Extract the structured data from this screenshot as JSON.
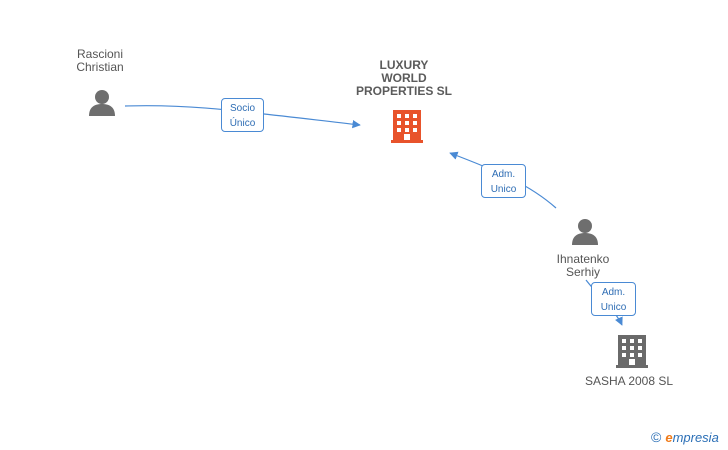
{
  "nodes": {
    "person_rascioni": {
      "line1": "Rascioni",
      "line2": "Christian",
      "icon": "person-icon"
    },
    "company_luxury": {
      "line1": "LUXURY",
      "line2": "WORLD",
      "line3": "PROPERTIES SL",
      "icon": "building-icon",
      "color": "#e8532b"
    },
    "person_ihnatenko": {
      "line1": "Ihnatenko",
      "line2": "Serhiy",
      "icon": "person-icon"
    },
    "company_sasha": {
      "line1": "SASHA 2008  SL",
      "icon": "building-icon",
      "color": "#6a6a6a"
    }
  },
  "edges": [
    {
      "from": "Rascioni Christian",
      "to": "LUXURY WORLD PROPERTIES SL",
      "line1": "Socio",
      "line2": "Único"
    },
    {
      "from": "Ihnatenko Serhiy",
      "to": "LUXURY WORLD PROPERTIES SL",
      "line1": "Adm.",
      "line2": "Unico"
    },
    {
      "from": "Ihnatenko Serhiy",
      "to": "SASHA 2008  SL",
      "line1": "Adm.",
      "line2": "Unico"
    }
  ],
  "colors": {
    "edge": "#4a8ad4",
    "person": "#6e6e6e",
    "main_company": "#e8532b",
    "company": "#6a6a6a"
  },
  "watermark": {
    "copyright_symbol": "©",
    "brand_initial": "e",
    "brand_rest": "mpresia"
  }
}
